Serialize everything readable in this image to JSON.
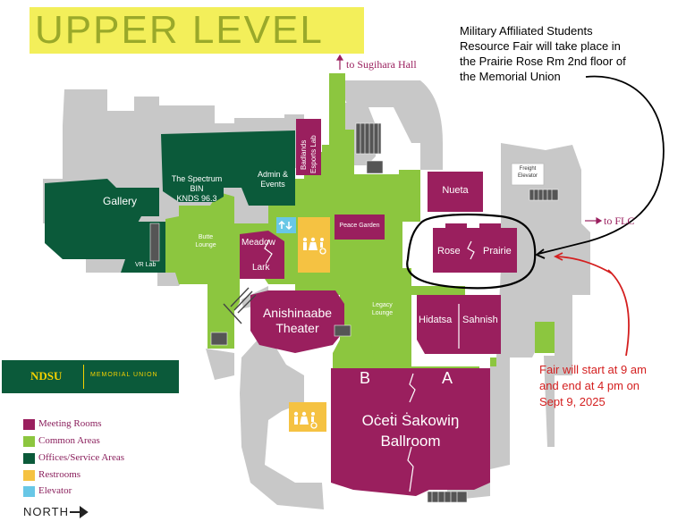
{
  "title": "UPPER LEVEL",
  "colors": {
    "meeting_rooms": "#9a1f5e",
    "common_areas": "#8cc63f",
    "offices": "#0b5a3a",
    "restrooms": "#f5c242",
    "elevator": "#68c7e6",
    "building": "#c8c8c8",
    "annotation_red": "#d41f1f",
    "title_bg": "#f3ef5a",
    "title_text": "#9aa92a"
  },
  "directions": {
    "sugihara": "to Sugihara Hall",
    "flc": "to FLC",
    "north": "NORTH"
  },
  "rooms": {
    "gallery": "Gallery",
    "vr_lab": "VR Lab",
    "spectrum_1": "The Spectrum",
    "spectrum_2": "BIN",
    "spectrum_3": "KNDS 96.3",
    "admin_1": "Admin &",
    "admin_2": "Events",
    "badlands_1": "Badlands",
    "badlands_2": "Esports Lab",
    "butte_1": "Butte",
    "butte_2": "Lounge",
    "meadow": "Meadow",
    "lark": "Lark",
    "peace_garden": "Peace Garden",
    "nueta": "Nueta",
    "freight_1": "Freight",
    "freight_2": "Elevator",
    "rose": "Rose",
    "prairie": "Prairie",
    "anishinaabe_1": "Anishinaabe",
    "anishinaabe_2": "Theater",
    "legacy_1": "Legacy",
    "legacy_2": "Lounge",
    "hidatsa": "Hidatsa",
    "sahnish": "Sahnish",
    "ballroom_b": "B",
    "ballroom_a": "A",
    "ballroom_1": "Oċeṫi Ṡakowiŋ",
    "ballroom_2": "Ballroom"
  },
  "logo": {
    "ndsu": "NDSU",
    "memorial_union": "MEMORIAL UNION"
  },
  "legend": [
    {
      "label": "Meeting Rooms",
      "color": "#9a1f5e"
    },
    {
      "label": "Common Areas",
      "color": "#8cc63f"
    },
    {
      "label": "Offices/Service Areas",
      "color": "#0b5a3a"
    },
    {
      "label": "Restrooms",
      "color": "#f5c242"
    },
    {
      "label": "Elevator",
      "color": "#68c7e6"
    }
  ],
  "annotations": {
    "black_1": "Military Affiliated Students",
    "black_2": "Resource Fair will take place in",
    "black_3": "the Prairie Rose Rm 2nd floor of",
    "black_4": "the Memorial Union",
    "red_1": "Fair will start at 9 am",
    "red_2": "and end at 4 pm on",
    "red_3": "Sept 9, 2025"
  }
}
